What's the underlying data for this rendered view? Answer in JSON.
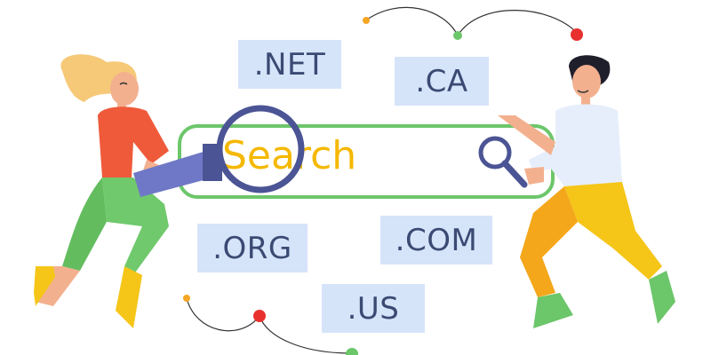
{
  "tld_labels": {
    "net": ".NET",
    "ca": ".CA",
    "org": ".ORG",
    "com": ".COM",
    "us": ".US"
  },
  "search": {
    "label": "Search"
  },
  "colors": {
    "tile_background": "#d6e4fa",
    "tile_text": "#3b4a73",
    "search_border": "#6cc66a",
    "search_text": "#f5b800",
    "magnifier": "#4b5494"
  },
  "icons": [
    "magnifier-glass-icon",
    "magnifying-glass-icon"
  ]
}
